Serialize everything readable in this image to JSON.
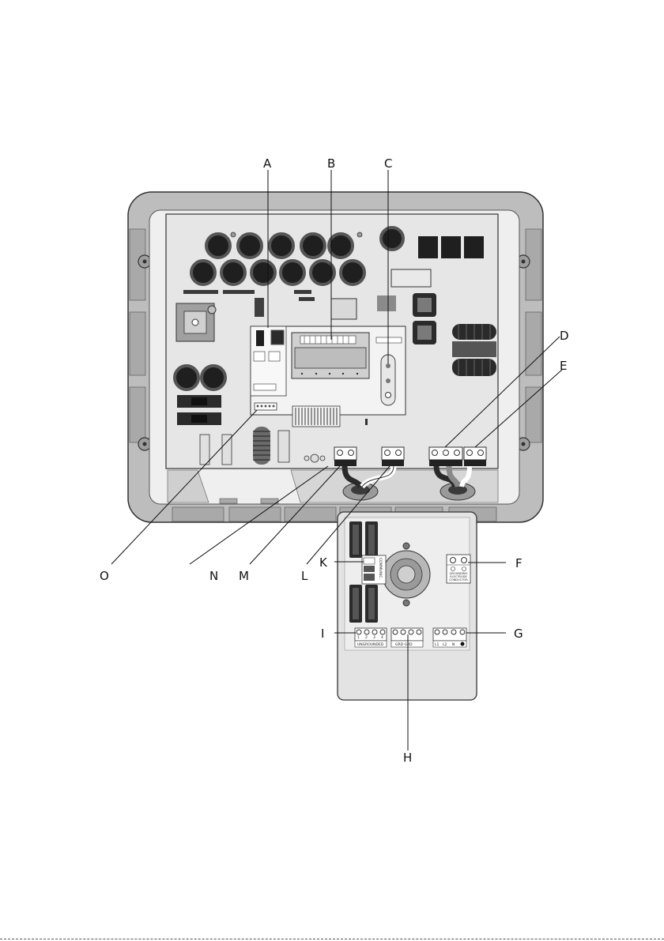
{
  "callouts": {
    "A": "A",
    "B": "B",
    "C": "C",
    "D": "D",
    "E": "E",
    "F": "F",
    "G": "G",
    "H": "H",
    "I": "I",
    "K": "K",
    "L": "L",
    "M": "M",
    "N": "N",
    "O": "O"
  },
  "terminal_labels": {
    "k_block": "COMMUNIC.",
    "f_block": "GROUNDING ELECTRODE CONDUCTOR",
    "i_block": "UNGROUNDED",
    "i_numbers": [
      "1",
      "2",
      "3",
      "4"
    ],
    "h_block": "GRD  GRD",
    "g_block": [
      "L1",
      "L2",
      "N"
    ]
  },
  "colors": {
    "housing": "#bdbdbd",
    "board": "#e6e6e6",
    "component": "#2b2b2b",
    "line": "#111111"
  }
}
